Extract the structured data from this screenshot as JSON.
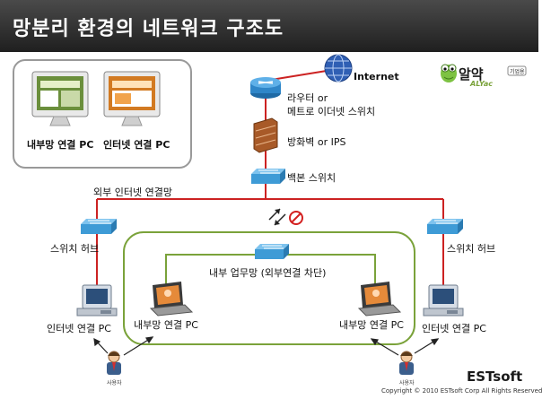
{
  "title": "망분리 환경의 네트워크 구조도",
  "labels": {
    "internet": "Internet",
    "router": "라우터 or",
    "router2": "메트로 이더넷 스위치",
    "firewall": "방화벽 or IPS",
    "backbone": "백본 스위치",
    "external_net": "외부 인터넷 연결망",
    "switch_hub_left": "스위치 허브",
    "switch_hub_right": "스위치 허브",
    "internal_net": "내부 업무망 (외부연결 차단)",
    "internet_pc_left": "인터넷 연결 PC",
    "internet_pc_right": "인터넷 연결 PC",
    "internal_pc_left": "내부망 연결 PC",
    "internal_pc_right": "내부망 연결 PC",
    "user_left": "사용자",
    "user_right": "사용자"
  },
  "legend_box": {
    "internal_pc": "내부망 연결 PC",
    "internet_pc": "인터넷 연결 PC"
  },
  "logo": {
    "name": "알약",
    "badge": "기업용",
    "sub": "ALYac"
  },
  "footer": {
    "brand": "ESTsoft",
    "copyright": "Copyright © 2010 ESTsoft Corp All Rights Reserved"
  },
  "colors": {
    "red_line": "#cc2222",
    "green_line": "#7aa23a",
    "switch_blue": "#3e9bd6"
  }
}
